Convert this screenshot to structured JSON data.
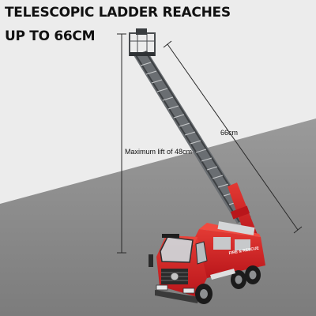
{
  "headline": {
    "line1": "TELESCOPIC LADDER REACHES",
    "line2": "UP TO 66CM"
  },
  "measurements": {
    "vertical_label": "Maximum lift of 48cm",
    "diagonal_label": "66cm"
  },
  "truck_text": {
    "door": "FIRE & RESCUE"
  },
  "colors": {
    "background_light": "#ececec",
    "background_dark": "#8a8a8a",
    "truck_red": "#d11f23",
    "ladder_gray": "#5f6468"
  }
}
